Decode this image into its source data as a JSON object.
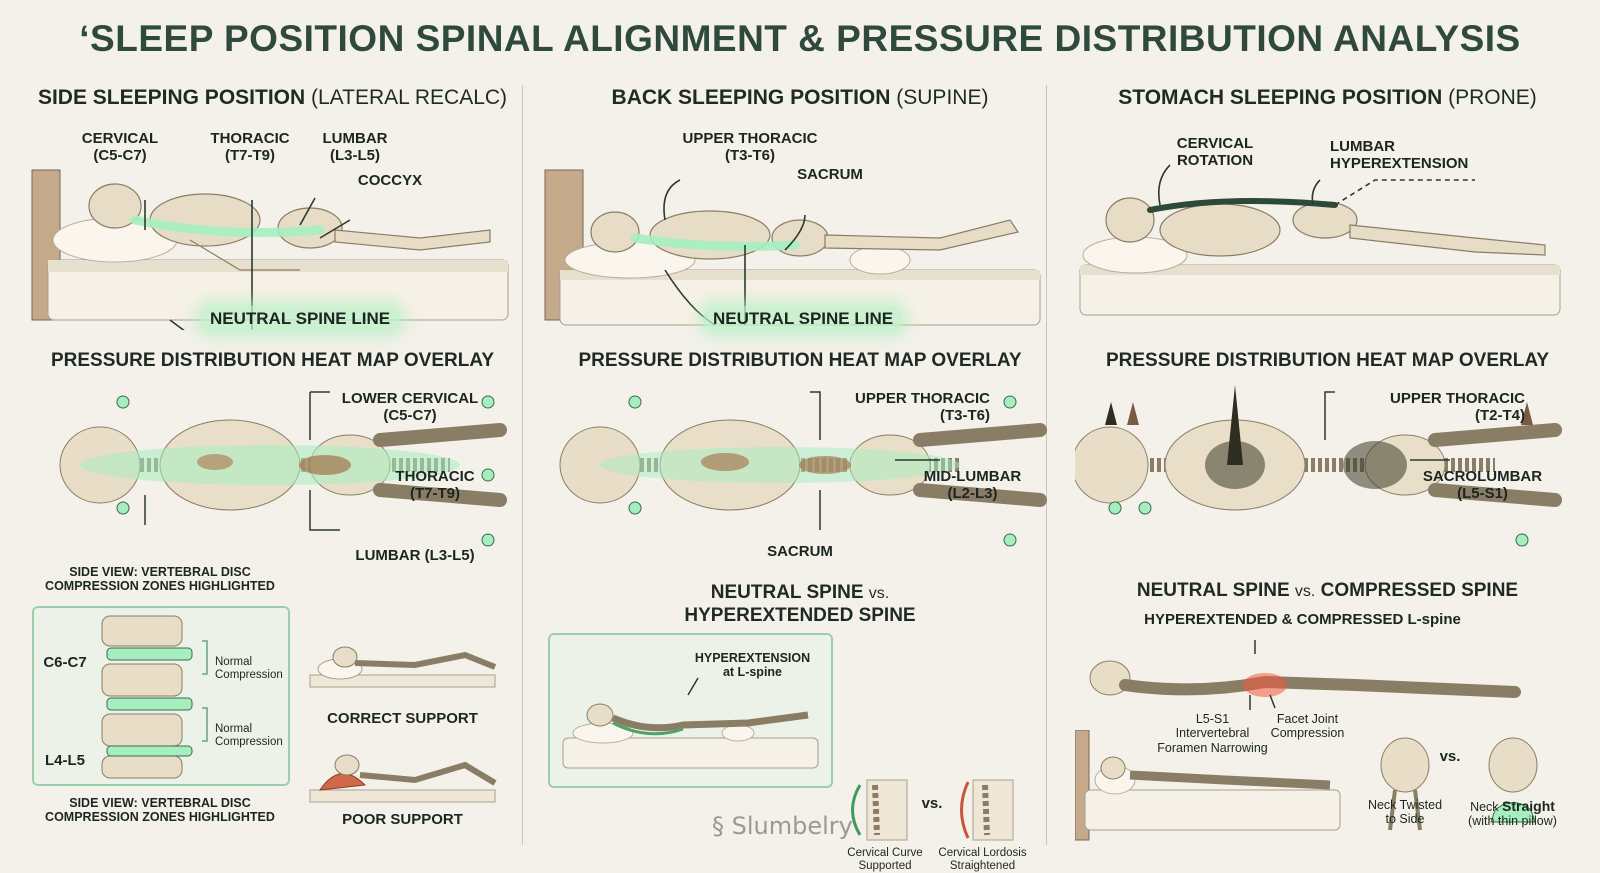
{
  "title": "‘SLEEP POSITION SPINAL ALIGNMENT & PRESSURE DISTRIBUTION ANALYSIS",
  "brand": "Slumbelry",
  "side": {
    "title_bold": "SIDE SLEEPING POSITION",
    "title_normal": "(LATERAL RECALC)",
    "labels": {
      "cervical": "CERVICAL\n(C5-C7)",
      "thoracic": "THORACIC\n(T7-T9)",
      "lumbar": "LUMBAR\n(L3-L5)",
      "coccyx": "COCCYX",
      "neutral": "NEUTRAL SPINE LINE"
    },
    "heatmap_title": "PRESSURE DISTRIBUTION HEAT MAP OVERLAY",
    "heat_labels": {
      "lower_cervical": "LOWER CERVICAL\n(C5-C7)",
      "thoracic": "THORACIC\n(T7-T9)",
      "lumbar": "LUMBAR (L3-L5)"
    },
    "side_view_top": "SIDE VIEW: VERTEBRAL DISC\nCOMPRESSION ZONES HIGHLIGHTED",
    "side_view_bottom": "SIDE VIEW: VERTEBRAL DISC\nCOMPRESSION ZONES HIGHLIGHTED",
    "disc": {
      "upper_level": "C6-C7",
      "lower_level": "L4-L5",
      "upper_note": "Normal\nCompression",
      "lower_note": "Normal\nCompression"
    },
    "correct": "CORRECT SUPPORT",
    "poor": "POOR SUPPORT"
  },
  "back": {
    "title_bold": "BACK SLEEPING POSITION",
    "title_normal": "(SUPINE)",
    "labels": {
      "upper_thoracic": "UPPER THORACIC\n(T3-T6)",
      "sacrum": "SACRUM",
      "neutral": "NEUTRAL SPINE LINE"
    },
    "heatmap_title": "PRESSURE DISTRIBUTION HEAT MAP OVERLAY",
    "heat_labels": {
      "upper_thoracic": "UPPER THORACIC\n(T3-T6)",
      "mid_lumbar": "MID-LUMBAR\n(L2-L3)",
      "sacrum": "SACRUM"
    },
    "compare_title_a": "NEUTRAL SPINE",
    "compare_vs": "vs.",
    "compare_title_b": "HYPEREXTENDED SPINE",
    "hyper_label": "HYPEREXTENSION\nat L-spine",
    "neck_vs": "vs.",
    "neck_left": "Cervical Curve\nSupported",
    "neck_right": "Cervical Lordosis\nStraightened"
  },
  "stomach": {
    "title_bold": "STOMACH SLEEPING POSITION",
    "title_normal": "(PRONE)",
    "labels": {
      "cervical": "CERVICAL\nROTATION",
      "lumbar": "LUMBAR\nHYPEREXTENSION"
    },
    "heatmap_title": "PRESSURE DISTRIBUTION HEAT MAP OVERLAY",
    "heat_labels": {
      "upper_thoracic": "UPPER THORACIC\n(T2-T4)",
      "sacrolumbar": "SACROLUMBAR\n(L5-S1)"
    },
    "compare_title_a": "NEUTRAL SPINE",
    "compare_vs": "vs.",
    "compare_title_b": "COMPRESSED SPINE",
    "compare_sub": "HYPEREXTENDED & COMPRESSED L-spine",
    "foramen": "L5-S1\nIntervertebral\nForamen Narrowing",
    "facet": "Facet Joint\nCompression",
    "neck_vs": "vs.",
    "neck_left_a": "Neck Twisted",
    "neck_left_b": "to Side",
    "neck_right_a": "Neck",
    "neck_right_strong": "Straight",
    "neck_right_b": "(with thin pillow)"
  }
}
